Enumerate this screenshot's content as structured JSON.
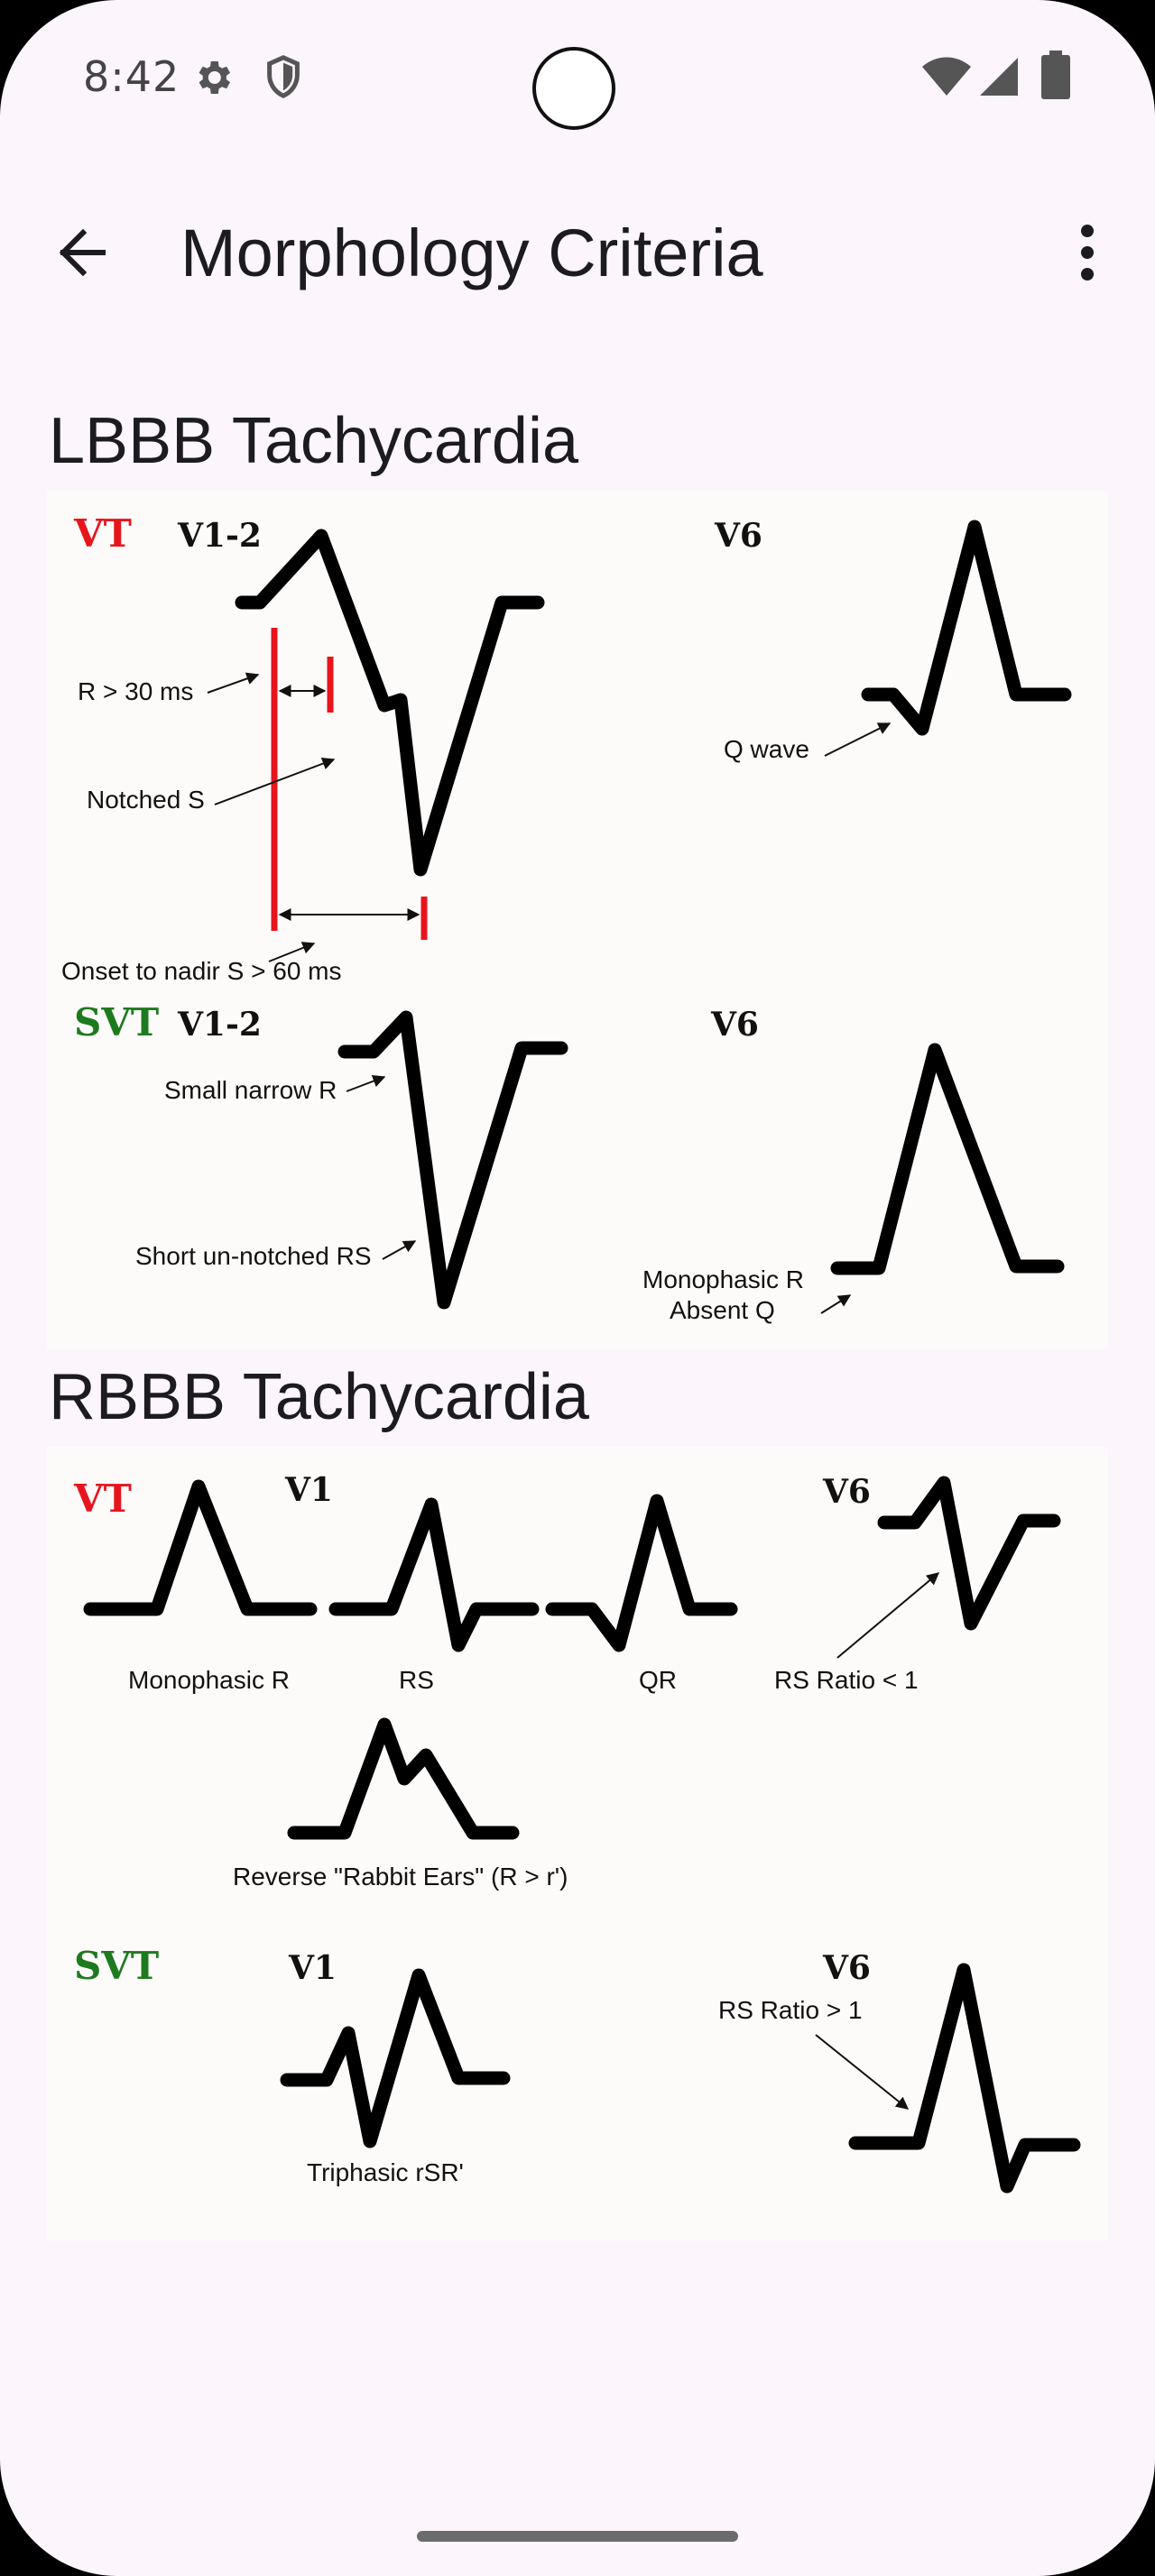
{
  "status_bar": {
    "time": "8:42",
    "icons": [
      "gear-icon",
      "shield-icon",
      "wifi-icon",
      "signal-icon",
      "battery-icon"
    ]
  },
  "app_bar": {
    "title": "Morphology Criteria",
    "back_icon": "arrow-back-icon",
    "more_icon": "more-vert-icon"
  },
  "colors": {
    "background": "#fcf5fc",
    "vt_label": "#e8141c",
    "svt_label": "#1e7a1e",
    "marker_red": "#e8141c",
    "trace": "#000000"
  },
  "lbbb": {
    "heading": "LBBB Tachycardia",
    "vt": {
      "label": "VT",
      "lead_v12": "V1-2",
      "lead_v6": "V6",
      "note_r": "R  > 30 ms",
      "note_notched": "Notched S",
      "note_onset": "Onset to nadir S  > 60 ms",
      "note_q": "Q wave"
    },
    "svt": {
      "label": "SVT",
      "lead_v12": "V1-2",
      "lead_v6": "V6",
      "note_small_r": "Small narrow R",
      "note_short_rs": "Short un-notched RS",
      "note_mono_1": "Monophasic R",
      "note_mono_2": "Absent Q"
    }
  },
  "rbbb": {
    "heading": "RBBB Tachycardia",
    "vt": {
      "label": "VT",
      "lead_v1": "V1",
      "lead_v6": "V6",
      "note_mono": "Monophasic R",
      "note_rs": "RS",
      "note_qr": "QR",
      "note_rs_ratio": "RS Ratio < 1",
      "note_rabbit": "Reverse \"Rabbit Ears\" (R > r')"
    },
    "svt": {
      "label": "SVT",
      "lead_v1": "V1",
      "lead_v6": "V6",
      "note_triphasic": "Triphasic rSR'",
      "note_rs_ratio": "RS Ratio > 1"
    }
  }
}
